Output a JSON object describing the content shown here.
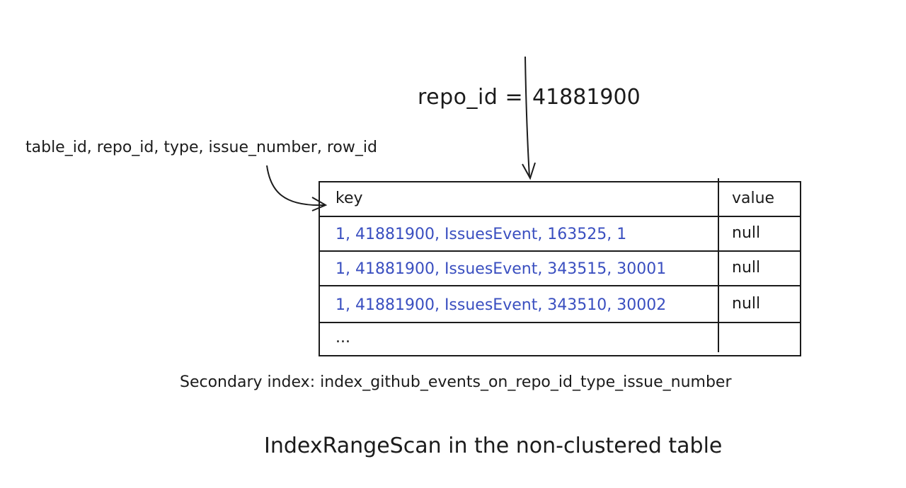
{
  "filter": {
    "label": "repo_id =",
    "value": "41881900"
  },
  "columns_label": "table_id, repo_id, type, issue_number, row_id",
  "table": {
    "header": {
      "key": "key",
      "value": "value"
    },
    "rows": [
      {
        "key": "1, 41881900, IssuesEvent, 163525, 1",
        "value": "null"
      },
      {
        "key": "1, 41881900, IssuesEvent, 343515, 30001",
        "value": "null"
      },
      {
        "key": "1, 41881900, IssuesEvent, 343510, 30002",
        "value": "null"
      },
      {
        "key": "...",
        "value": ""
      }
    ]
  },
  "secondary_index_label": "Secondary index: index_github_events_on_repo_id_type_issue_number",
  "caption": "IndexRangeScan in the non-clustered table",
  "colors": {
    "ink": "#1b1b1b",
    "key_text": "#3a4fc0"
  }
}
